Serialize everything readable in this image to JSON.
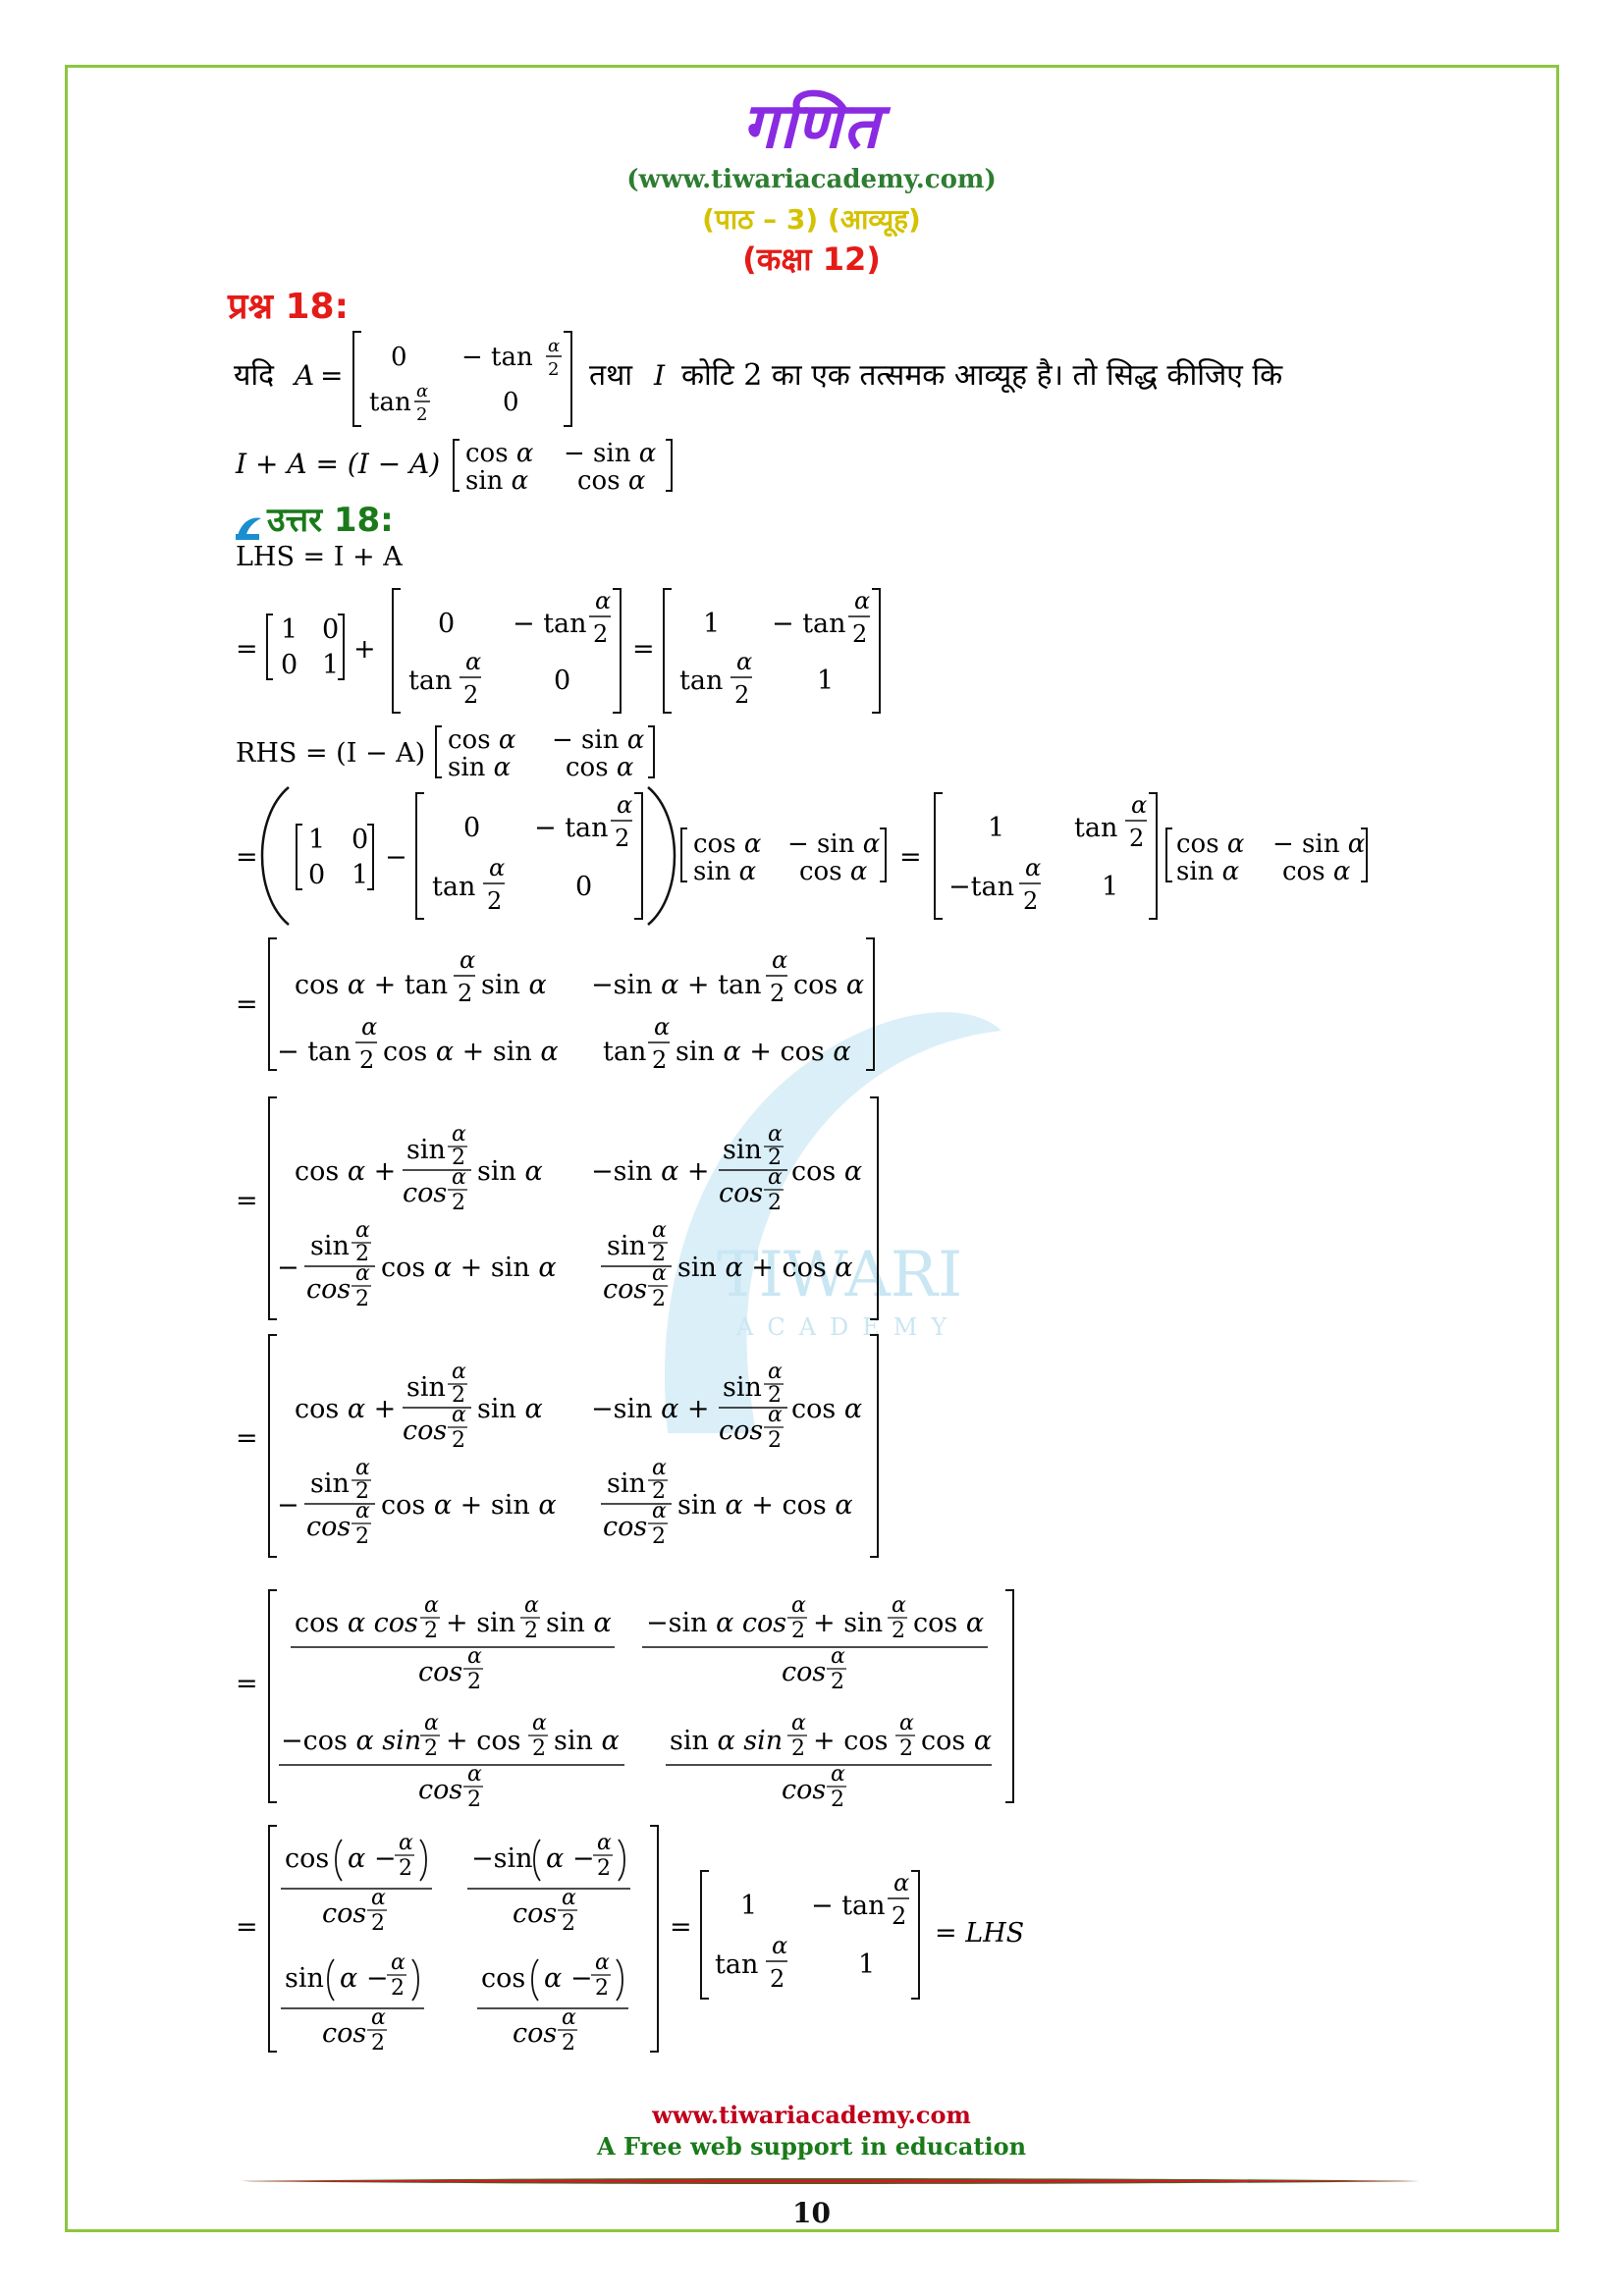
{
  "header": {
    "title": "गणित",
    "website": "(www.tiwariacademy.com)",
    "chapter": "(पाठ – 3) (आव्यूह)",
    "class": "(कक्षा 12)"
  },
  "question": {
    "heading": "प्रश्न 18:",
    "text_if": "यदि",
    "text_mid": "तथा",
    "text_rest": "कोटि 2 का एक तत्समक आव्यूह है। तो सिद्ध कीजिए कि",
    "var_A": "A",
    "var_I": "I",
    "prove": "I + A = (I − A)"
  },
  "answer": {
    "heading": "उत्तर 18:",
    "lhs_line": "LHS = I + A",
    "rhs_line": "RHS = (I − A)",
    "final": "= LHS"
  },
  "watermark": {
    "word": "TIWARI",
    "sub": "ACADEMY"
  },
  "footer": {
    "site": "www.tiwariacademy.com",
    "tagline": "A Free web support in education",
    "page": "10"
  },
  "colors": {
    "border": "#8cc63f",
    "title": "#8a2be2",
    "heading_red": "#e41b17",
    "answer_green": "#1a7a1a",
    "chapter_yellow": "#d4c200"
  }
}
